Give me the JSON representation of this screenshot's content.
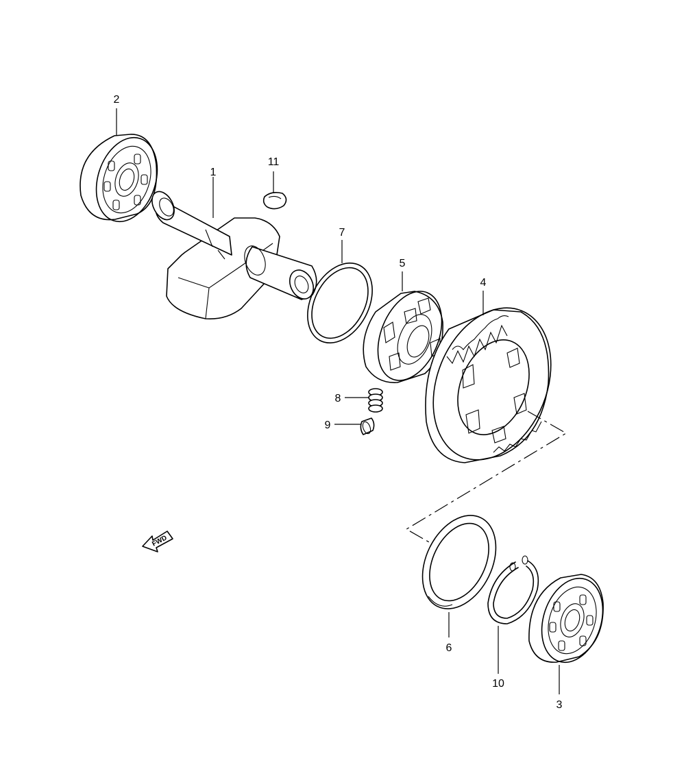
{
  "callouts": {
    "crankshaft": "1",
    "bearing_left": "2",
    "bearing_right": "3",
    "gear": "4",
    "one_way_clutch": "5",
    "washer": "6",
    "shim_ring": "7",
    "spring": "8",
    "pin": "9",
    "circlip": "10",
    "key": "11"
  },
  "direction_indicator": {
    "label": "FWD",
    "icon": "arrow-left-icon"
  },
  "colors": {
    "line": "#000000",
    "background": "#ffffff"
  }
}
